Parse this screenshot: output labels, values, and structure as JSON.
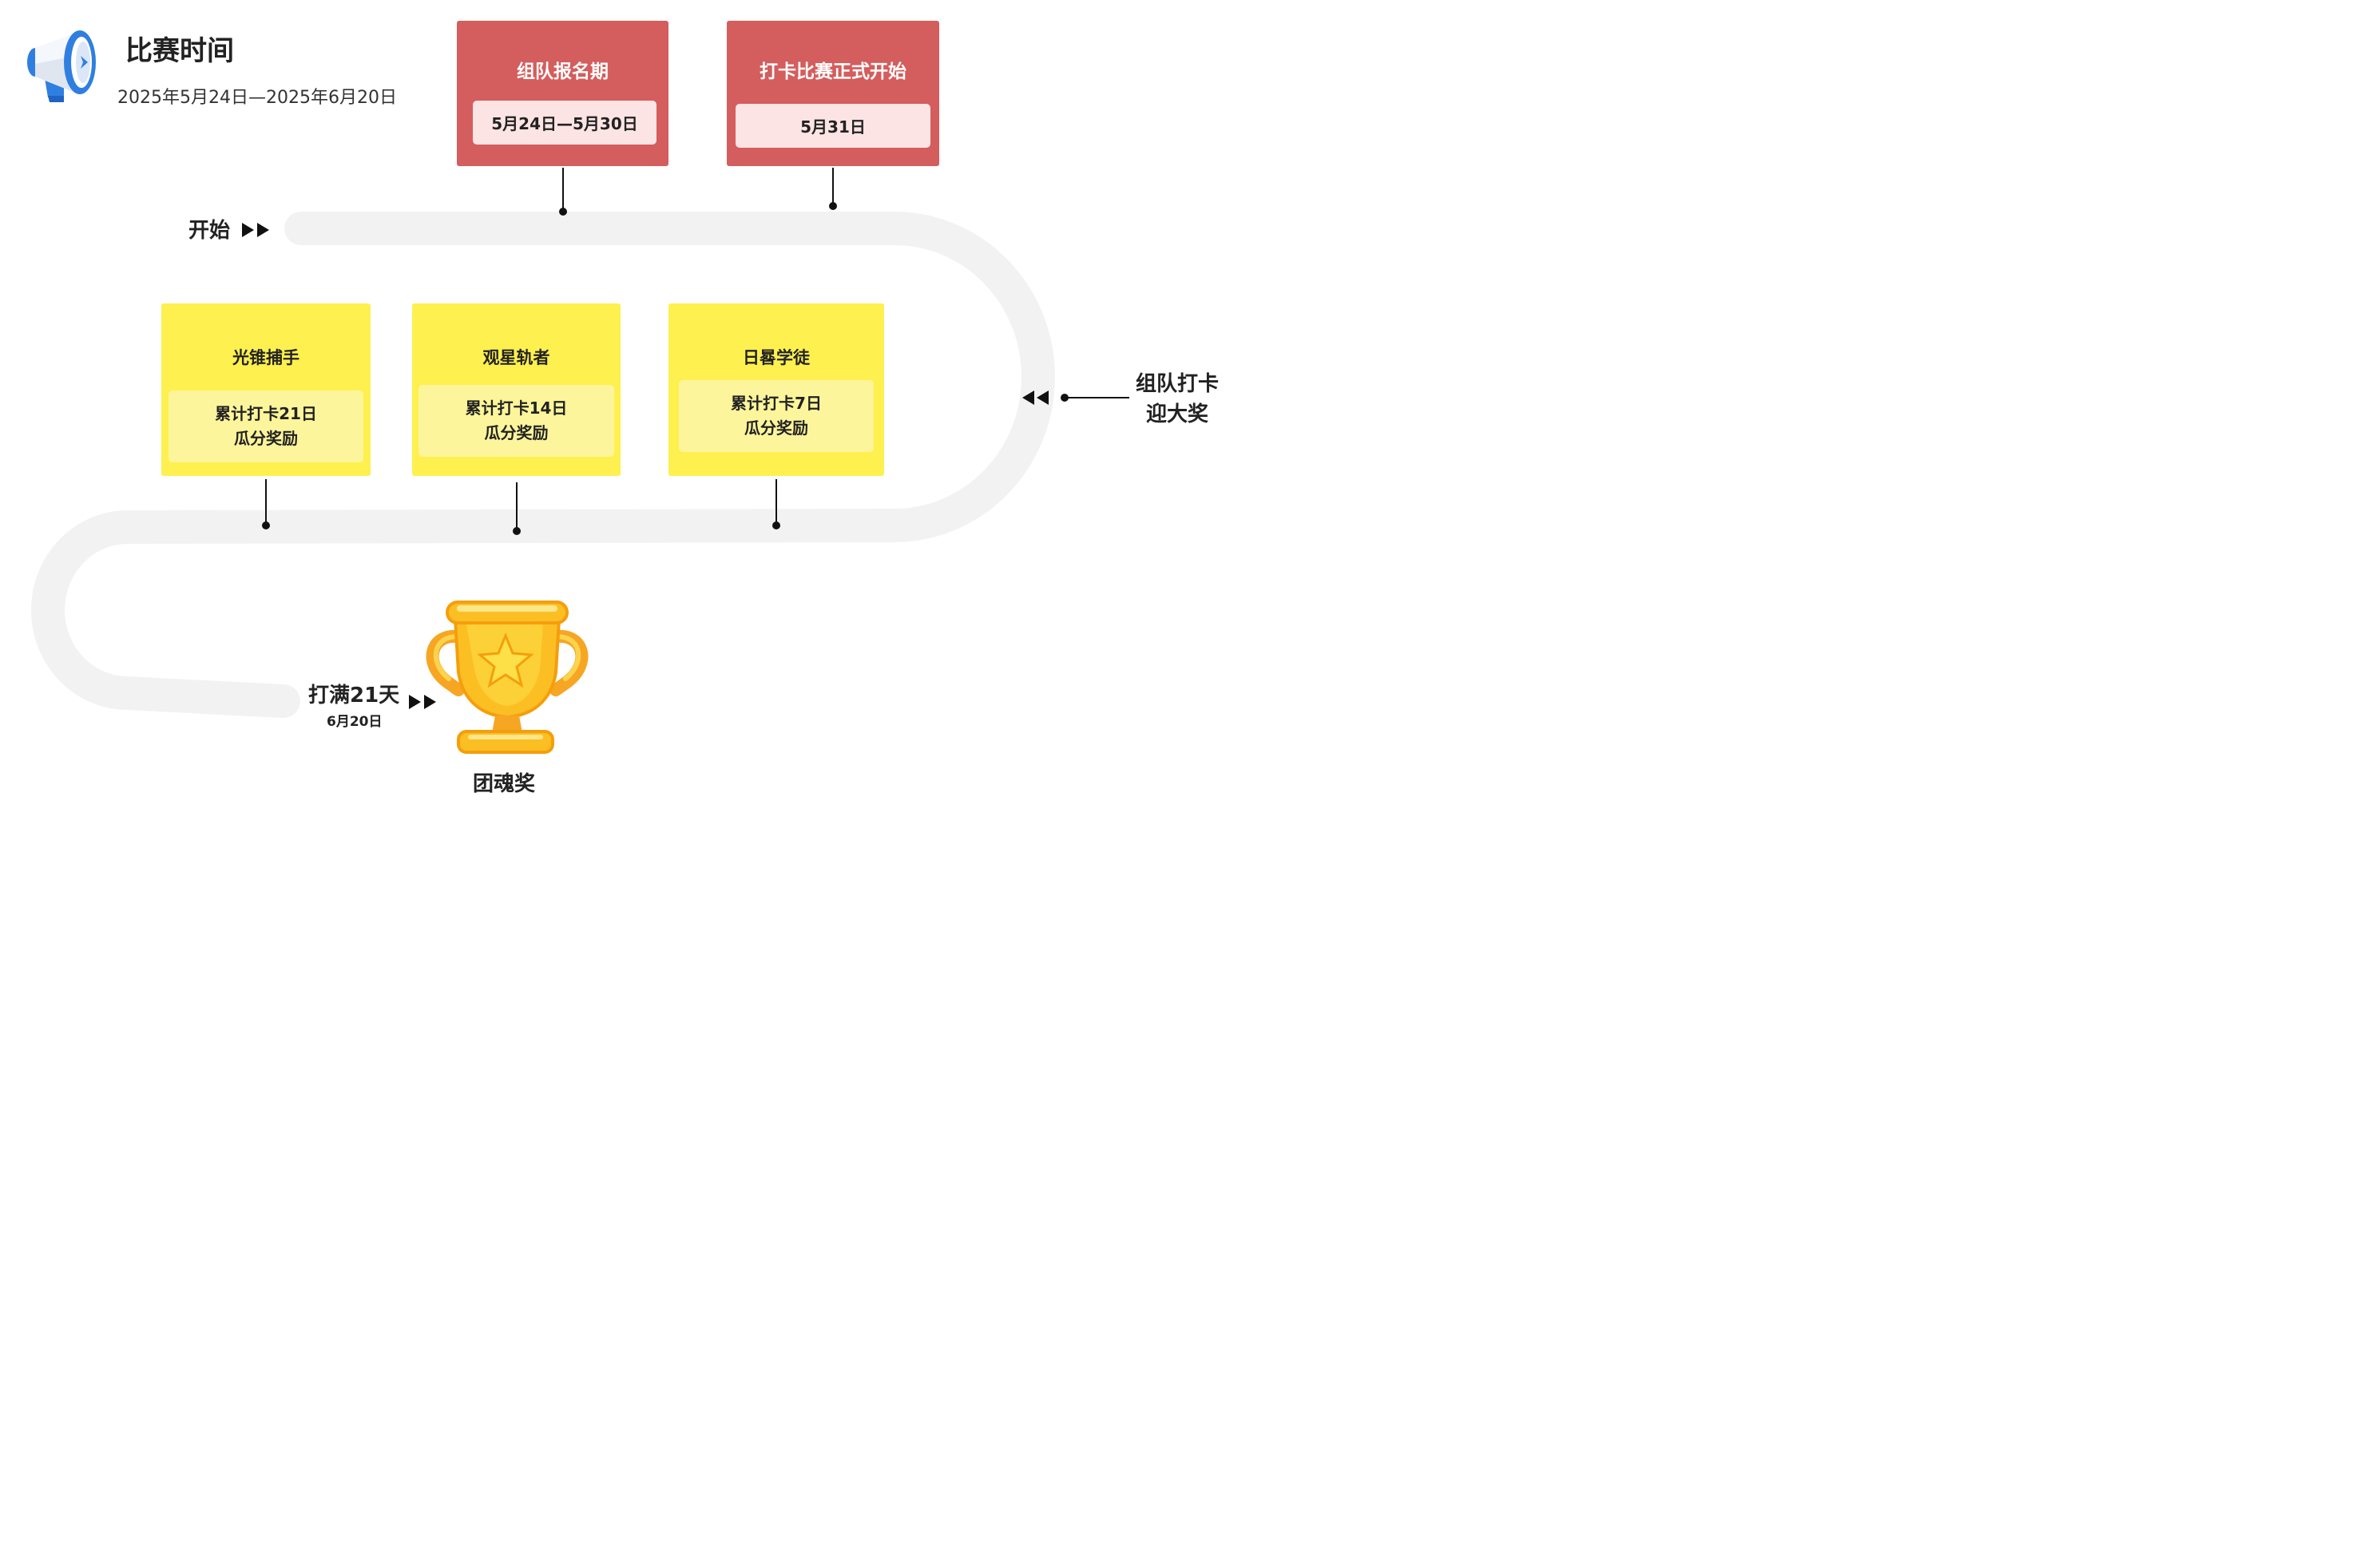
{
  "header": {
    "title": "比赛时间",
    "dates": "2025年5月24日—2025年6月20日",
    "icon": "megaphone-icon"
  },
  "milestones": [
    {
      "title": "组队报名期",
      "date": "5月24日—5月30日"
    },
    {
      "title": "打卡比赛正式开始",
      "date": "5月31日"
    }
  ],
  "start_label": "开始",
  "rewards": [
    {
      "title": "光锥捕手",
      "line1": "累计打卡21日",
      "line2": "瓜分奖励"
    },
    {
      "title": "观星轨者",
      "line1": "累计打卡14日",
      "line2": "瓜分奖励"
    },
    {
      "title": "日晷学徒",
      "line1": "累计打卡7日",
      "line2": "瓜分奖励"
    }
  ],
  "side_label": {
    "line1": "组队打卡",
    "line2": "迎大奖"
  },
  "finish": {
    "label": "打满21天",
    "date": "6月20日"
  },
  "trophy": {
    "label": "团魂奖",
    "icon": "trophy-icon"
  },
  "colors": {
    "red_card": "#d45d5d",
    "red_pill": "#fde4e4",
    "yellow_card": "#fef04f",
    "yellow_pill": "#fdf59b",
    "track": "#f2f2f2",
    "trophy_gold": "#fbbf24"
  }
}
